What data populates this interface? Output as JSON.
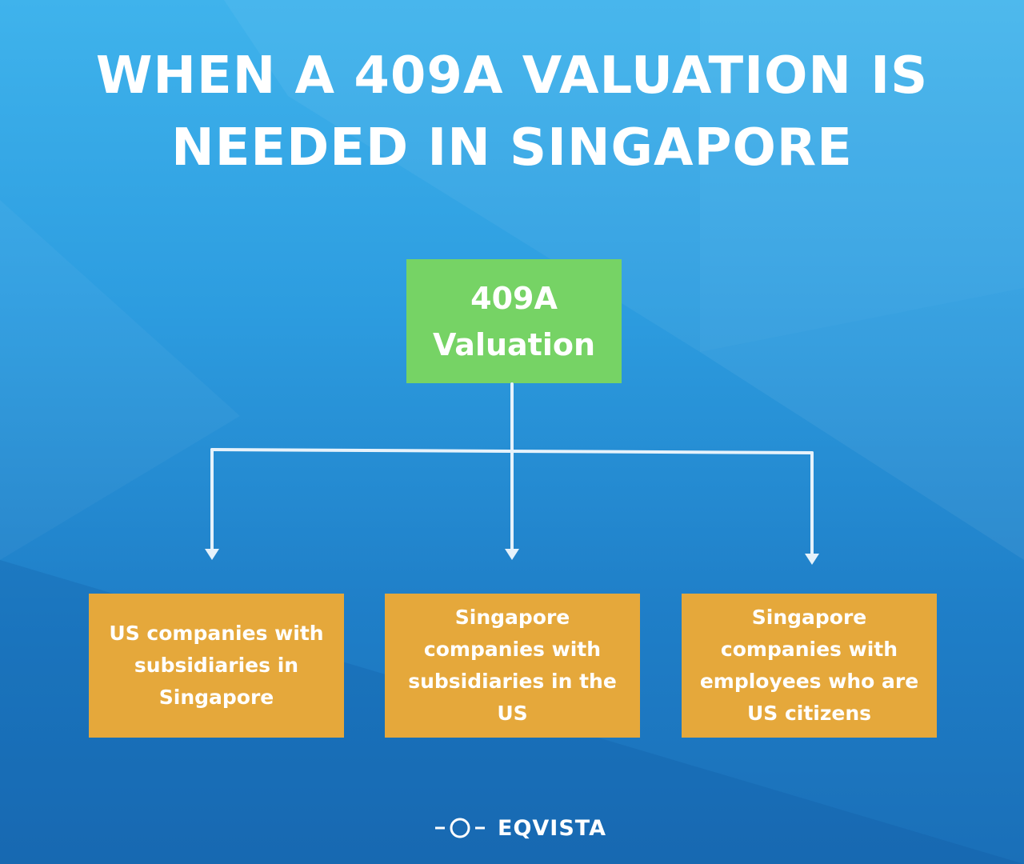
{
  "title": {
    "line1": "WHEN A 409A VALUATION IS",
    "line2": "NEEDED IN SINGAPORE"
  },
  "root": {
    "line1": "409A",
    "line2": "Valuation"
  },
  "children": [
    {
      "text": "US companies with subsidiaries in Singapore"
    },
    {
      "text": "Singapore companies with subsidiaries in the US"
    },
    {
      "text": "Singapore companies with employees who are US citizens"
    }
  ],
  "colors": {
    "root_box": "#76d365",
    "child_box": "#e5a83b",
    "connector": "#e6f2fb",
    "text": "#ffffff"
  },
  "logo": {
    "text": "EQVISTA",
    "icon": "eqvista-logo-icon"
  }
}
